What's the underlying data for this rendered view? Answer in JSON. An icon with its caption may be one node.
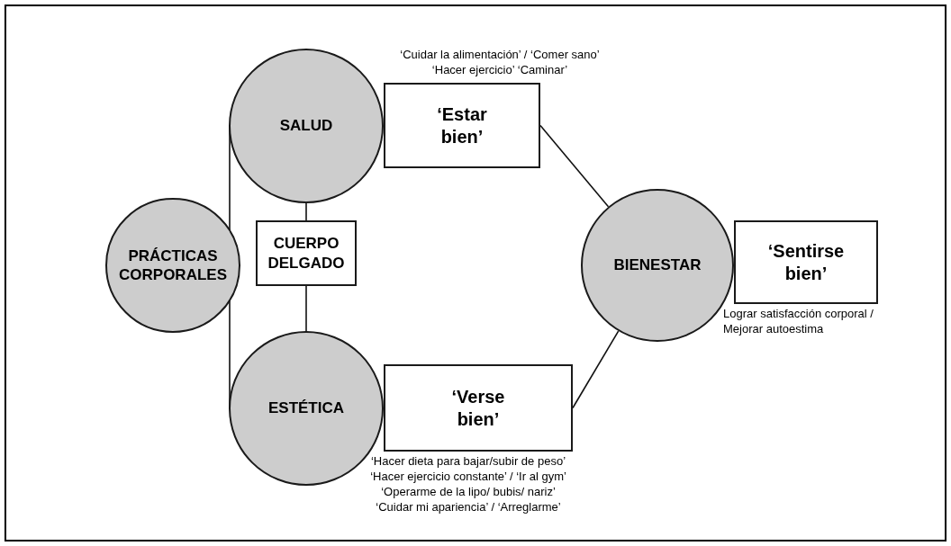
{
  "diagram": {
    "nodes": [
      {
        "text": [
          "PRÁCTICAS CORPORALES"
        ]
      },
      {
        "text": [
          "SALUD"
        ]
      },
      {
        "text": [
          "‘Estar bien’"
        ],
        "beside": [
          "‘Cuidar la alimentación’ / ‘Comer sano’",
          "‘Hacer ejercicio’ ‘Caminar’"
        ]
      },
      {
        "text": [
          "CUERPO DELGADO"
        ]
      },
      {
        "text": [
          "ESTÉTICA"
        ]
      },
      {
        "text": [
          "‘Verse bien’"
        ],
        "beside": [
          "‘Hacer dieta para bajar/subir de peso’",
          "‘Hacer ejercicio constante’ / ‘Ir al gym’",
          "‘Operarme de la lipo/ bubis/ nariz’",
          "‘Cuidar mi apariencia’ / ‘Arreglarme’"
        ]
      },
      {
        "text": [
          "BIENESTAR"
        ]
      },
      {
        "text": [
          "‘Sentirse bien’"
        ],
        "beside": [
          "Lograr satisfacción corporal / Mejorar autoestima"
        ]
      }
    ],
    "edges": [
      {
        "from": 0,
        "to": 1,
        "arrow": "none"
      },
      {
        "from": 0,
        "to": 4,
        "arrow": "none"
      },
      {
        "from": 1,
        "to": 3,
        "arrow": "none"
      },
      {
        "from": 3,
        "to": 4,
        "arrow": "none"
      },
      {
        "from": 2,
        "to": 6,
        "arrow": "none"
      },
      {
        "from": 5,
        "to": 6,
        "arrow": "none"
      }
    ]
  }
}
